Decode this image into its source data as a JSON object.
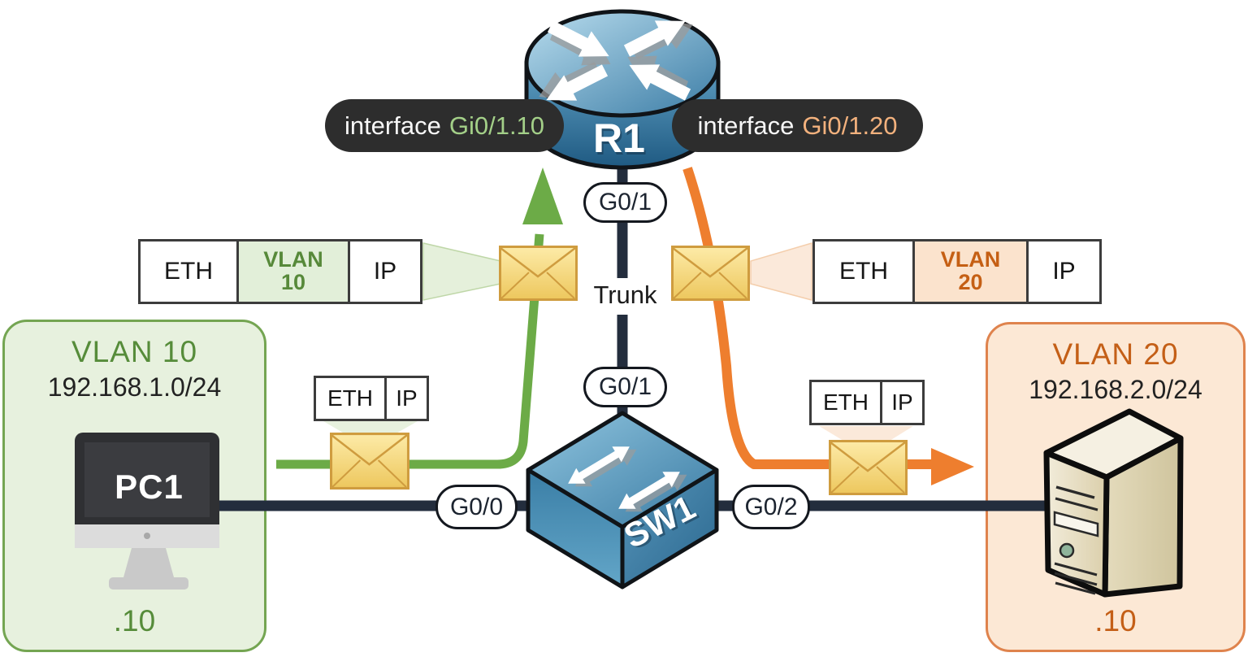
{
  "router": {
    "name": "R1",
    "trunk_port": "G0/1"
  },
  "switch": {
    "name": "SW1",
    "trunk_port": "G0/1",
    "pc_port": "G0/0",
    "server_port": "G0/2"
  },
  "trunk": {
    "label": "Trunk"
  },
  "subinterfaces": {
    "vlan10": {
      "prefix": "interface",
      "name": "Gi0/1.10"
    },
    "vlan20": {
      "prefix": "interface",
      "name": "Gi0/1.20"
    }
  },
  "zones": {
    "vlan10": {
      "title": "VLAN 10",
      "subnet": "192.168.1.0/24",
      "host": ".10",
      "device": "PC1"
    },
    "vlan20": {
      "title": "VLAN 20",
      "subnet": "192.168.2.0/24",
      "host": ".10"
    }
  },
  "frames": {
    "trunk_vlan10": {
      "eth": "ETH",
      "vlan_word": "VLAN",
      "vlan_id": "10",
      "ip": "IP"
    },
    "trunk_vlan20": {
      "eth": "ETH",
      "vlan_word": "VLAN",
      "vlan_id": "20",
      "ip": "IP"
    },
    "access_pc": {
      "eth": "ETH",
      "ip": "IP"
    },
    "access_server": {
      "eth": "ETH",
      "ip": "IP"
    }
  },
  "colors": {
    "vlan10_accent": "#568c3a",
    "vlan10_path": "#6cab47",
    "vlan10_fill": "#e7f1de",
    "vlan20_accent": "#c45f17",
    "vlan20_path": "#ee7e2e",
    "vlan20_fill": "#fce8d5",
    "link_dark": "#232d3d",
    "label_bg": "#2d2d2d",
    "envelope_fill": "#f3d671",
    "device_blue": "#4a8cb4"
  }
}
